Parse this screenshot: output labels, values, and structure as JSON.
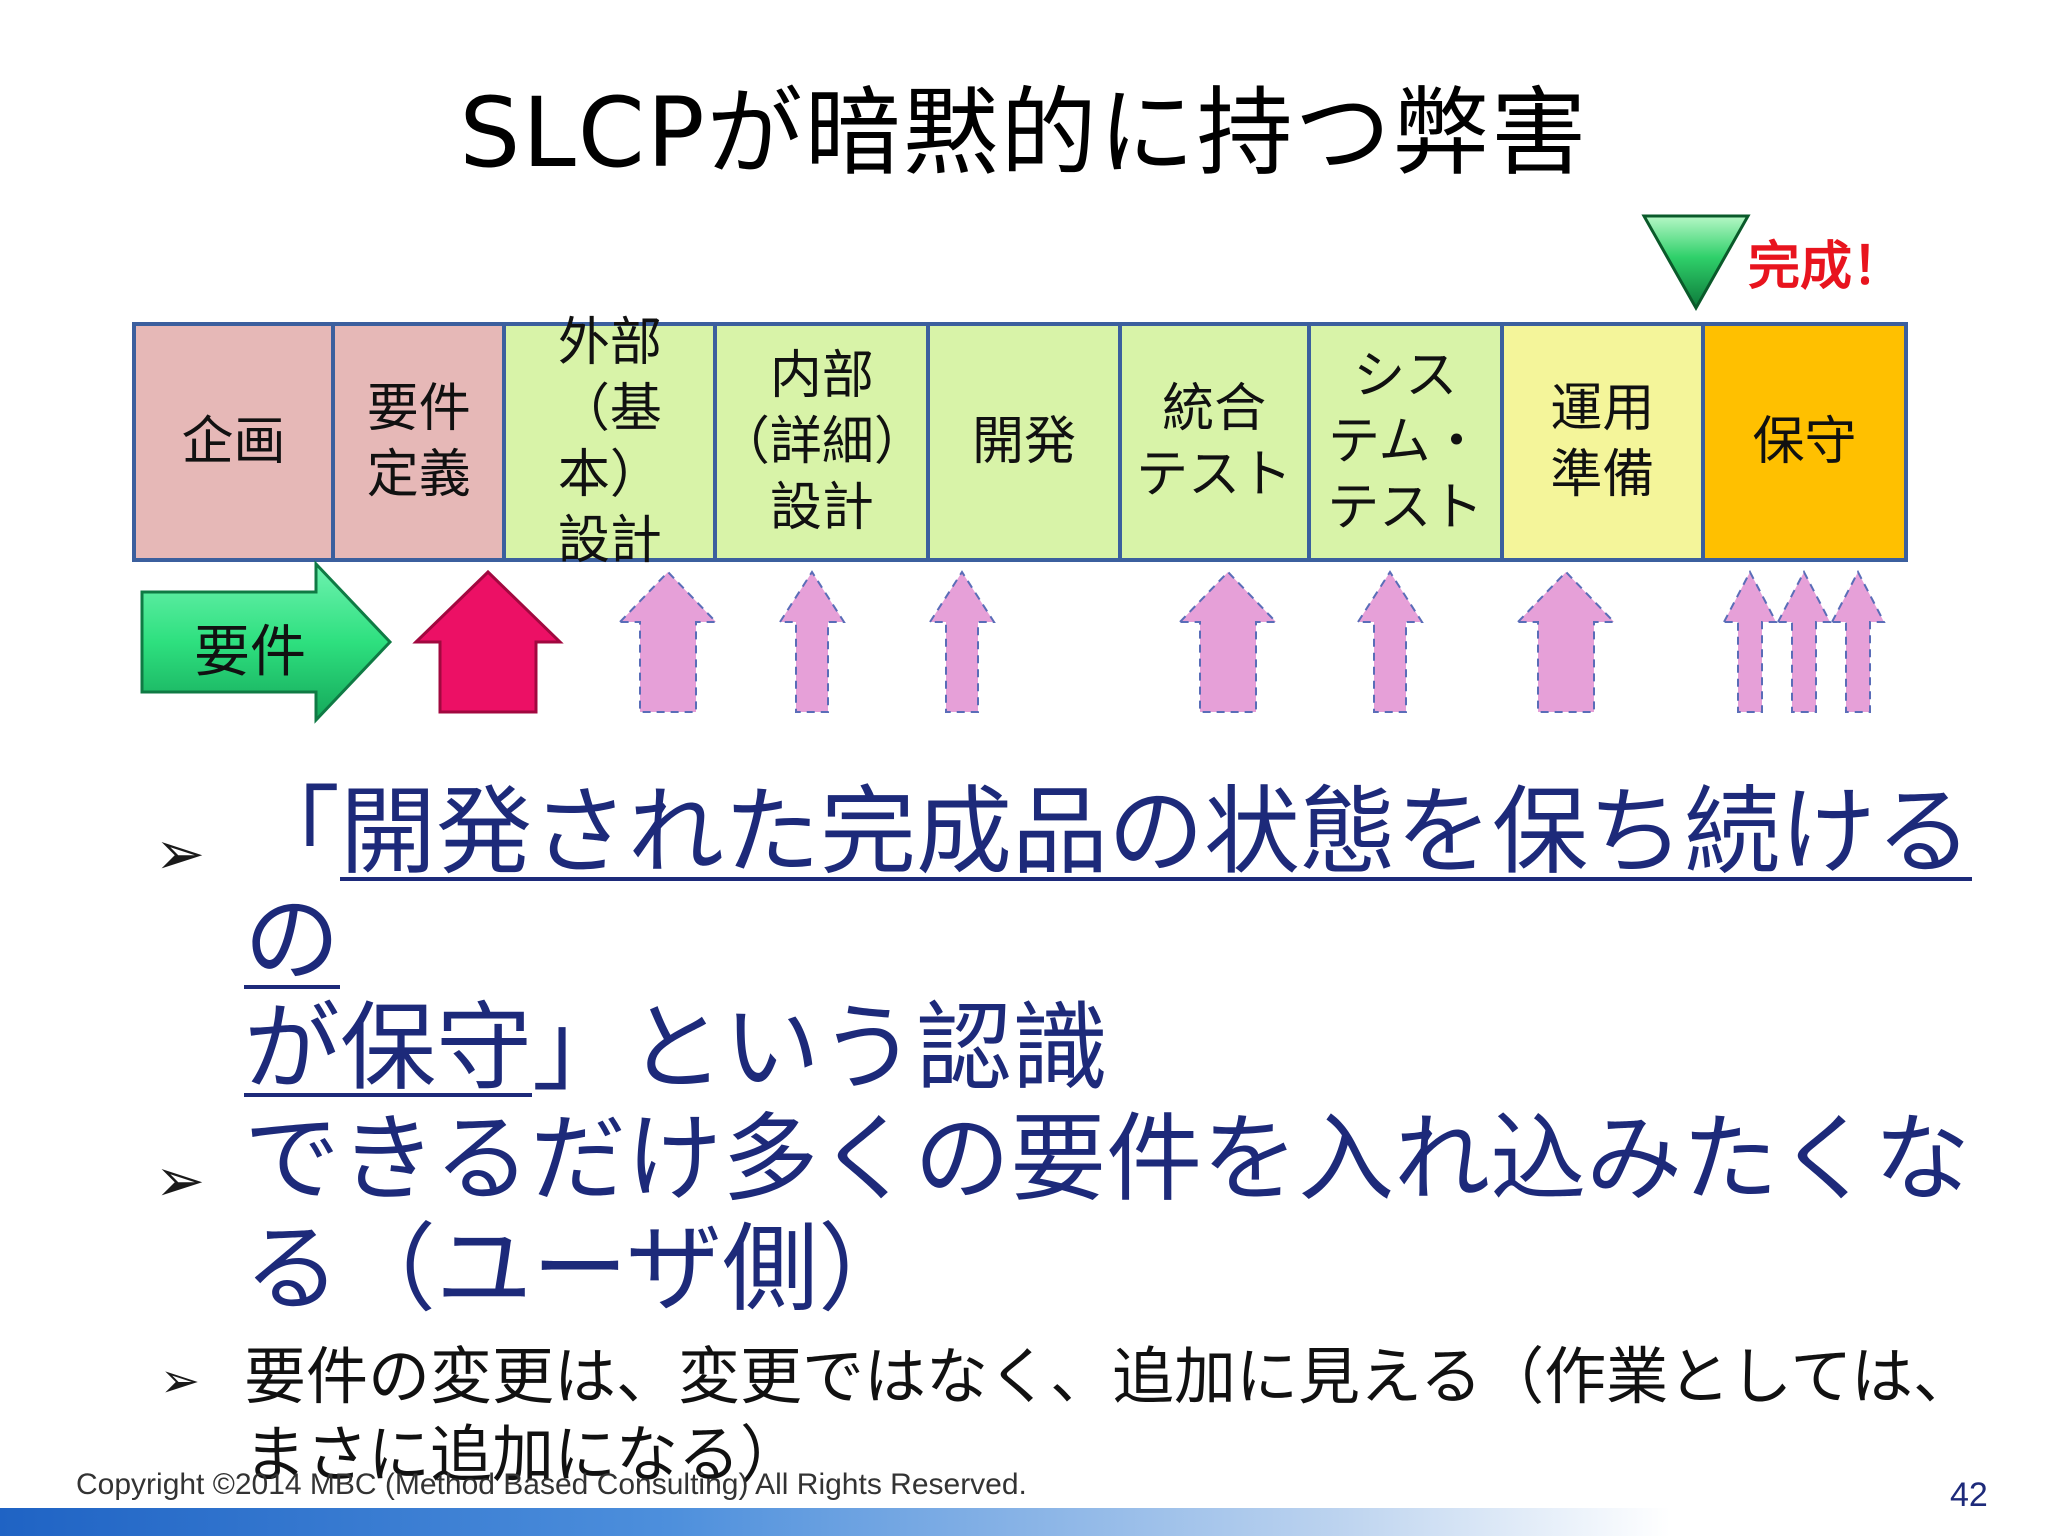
{
  "title": "SLCPが暗黙的に持つ弊害",
  "done_label": "完成！",
  "phases": [
    {
      "label": "企画",
      "color": "#e6b8b7"
    },
    {
      "label": "要件\n定義",
      "color": "#e6b8b7"
    },
    {
      "label": "外部\n（基本）\n設計",
      "color": "#d8f3a8"
    },
    {
      "label": "内部\n（詳細）\n設計",
      "color": "#d8f3a8"
    },
    {
      "label": "開発",
      "color": "#d8f3a8"
    },
    {
      "label": "統合\nテスト",
      "color": "#d8f3a8"
    },
    {
      "label": "シス\nテム・\nテスト",
      "color": "#d8f3a8"
    },
    {
      "label": "運用\n準備",
      "color": "#f4f59a"
    },
    {
      "label": "保守",
      "color": "#ffc000"
    }
  ],
  "requirement_arrow_label": "要件",
  "bullets": {
    "b1_open": "「",
    "b1_underlined_1": "開発された完成品の状態を保ち続けるの",
    "b1_underlined_2": "が保守",
    "b1_tail": "」という認識",
    "b2": "できるだけ多くの要件を入れ込みたくなる（ユーザ側）",
    "b3": "要件の変更は、変更ではなく、追加に見える（作業としては、まさに追加になる）"
  },
  "bullet_symbol": "➢",
  "copyright": "Copyright ©2014 MBC (Method Based Consulting)  All Rights Reserved.",
  "page_number": "42",
  "colors": {
    "phase_border": "#3b5f9e",
    "done_text": "#e8141e",
    "requirement_arrow": "#2fe07f",
    "feedback_arrow_main": "#ec1065",
    "feedback_arrow": "#e6a0d8",
    "bullet_text": "#1d2a7a"
  },
  "icons": {
    "done_marker": "green-triangle-down-icon",
    "requirement_arrow": "arrow-right-icon",
    "feedback_arrow": "arrow-up-icon"
  }
}
